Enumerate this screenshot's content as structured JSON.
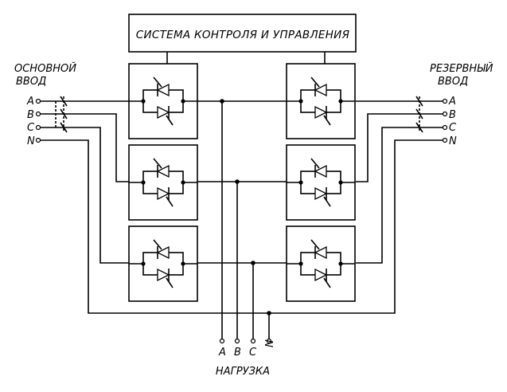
{
  "control_system": {
    "label": "СИСТЕМА КОНТРОЛЯ И УПРАВЛЕНИЯ"
  },
  "main_input": {
    "title_line1": "ОСНОВНОЙ",
    "title_line2": "ВВОД",
    "phases": [
      "A",
      "B",
      "C",
      "N"
    ]
  },
  "reserve_input": {
    "title_line1": "РЕЗЕРВНЫЙ",
    "title_line2": "ВВОД",
    "phases": [
      "A",
      "B",
      "C",
      "N"
    ]
  },
  "load": {
    "label": "НАГРУЗКА",
    "phases": [
      "A",
      "B",
      "C",
      "N"
    ]
  },
  "thyristor_modules": [
    {
      "side": "main",
      "phase": "A"
    },
    {
      "side": "main",
      "phase": "B"
    },
    {
      "side": "main",
      "phase": "C"
    },
    {
      "side": "reserve",
      "phase": "A"
    },
    {
      "side": "reserve",
      "phase": "B"
    },
    {
      "side": "reserve",
      "phase": "C"
    }
  ]
}
